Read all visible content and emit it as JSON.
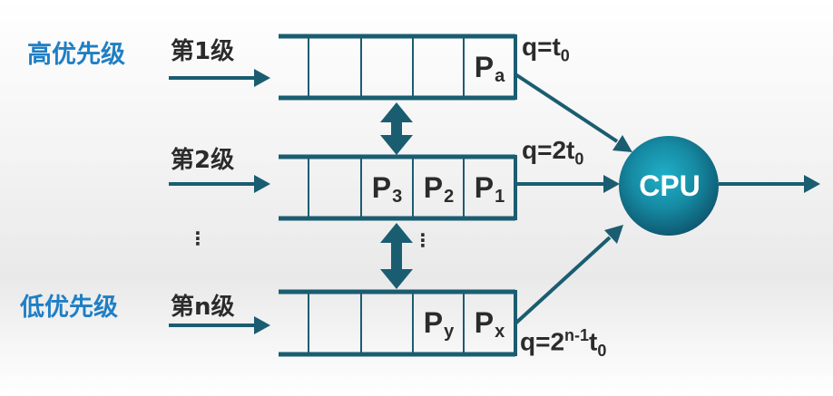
{
  "levels": {
    "high": "高优先级",
    "low": "低优先级"
  },
  "queues": [
    {
      "name": "第1级",
      "quantum": {
        "base": "q=t",
        "sup": "",
        "sub": "0"
      },
      "processes": [
        {
          "p": "P",
          "s": "a"
        }
      ]
    },
    {
      "name": "第2级",
      "quantum": {
        "base": "q=2t",
        "sup": "",
        "sub": "0"
      },
      "processes": [
        {
          "p": "P",
          "s": "3"
        },
        {
          "p": "P",
          "s": "2"
        },
        {
          "p": "P",
          "s": "1"
        }
      ]
    },
    {
      "name": "第n级",
      "quantum": {
        "base": "q=2",
        "sup": "n-1",
        "tail": "t",
        "sub": "0"
      },
      "processes": [
        {
          "p": "P",
          "s": "y"
        },
        {
          "p": "P",
          "s": "x"
        }
      ]
    }
  ],
  "ellipsis": "⋮",
  "cpu": "CPU",
  "colors": {
    "line": "#1a5d71",
    "level_text": "#1f7fc4",
    "cpu_center": "#18a3bb",
    "cpu_edge": "#0e5a72"
  }
}
